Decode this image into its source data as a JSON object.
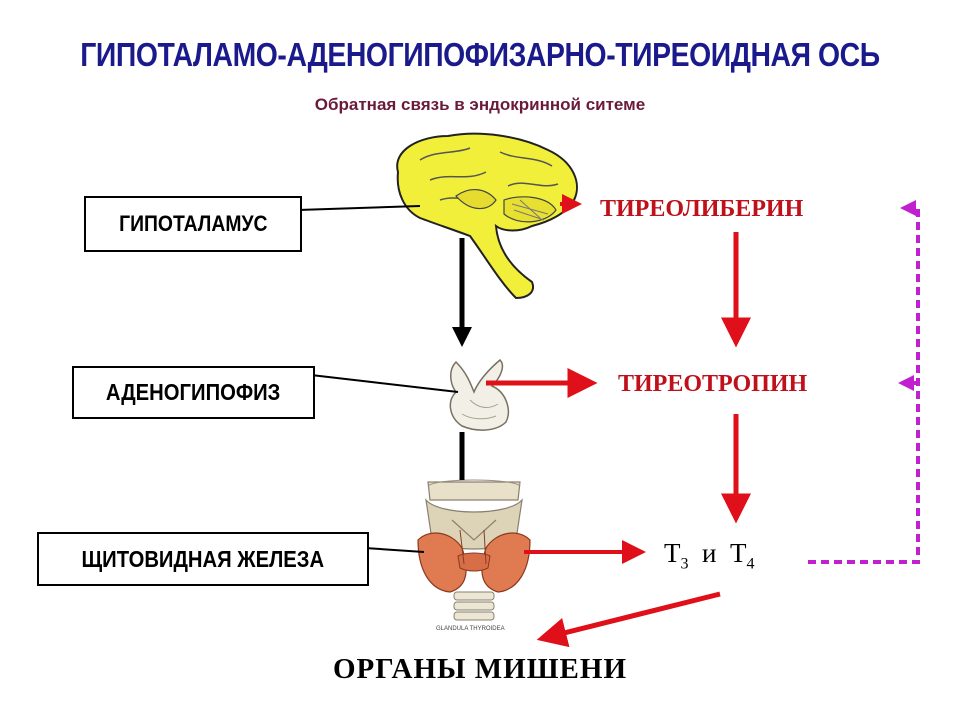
{
  "title": "ГИПОТАЛАМО-АДЕНОГИПОФИЗАРНО-ТИРЕОИДНАЯ ОСЬ",
  "subtitle": "Обратная связь в  эндокринной ситеме",
  "organs": {
    "hypothalamus": "ГИПОТАЛАМУС",
    "adenohypophysis": "АДЕНОГИПОФИЗ",
    "thyroid": "ЩИТОВИДНАЯ  ЖЕЛЕЗА"
  },
  "hormones": {
    "trh": "ТИРЕОЛИБЕРИН",
    "tsh": "ТИРЕОТРОПИН",
    "t3_base": "T",
    "t3_sub": "3",
    "and_word": "и",
    "t4_base": "T",
    "t4_sub": "4"
  },
  "targets": "ОРГАНЫ  МИШЕНИ",
  "image_caption": "GLANDULA THYROIDEA",
  "colors": {
    "title": "#1a1a8c",
    "subtitle": "#6b1a3a",
    "stimulation_arrow": "#e0101a",
    "feedback_arrow": "#c020d0",
    "brain": "#f2ef3a",
    "thyroid_gland": "#e07a50"
  }
}
